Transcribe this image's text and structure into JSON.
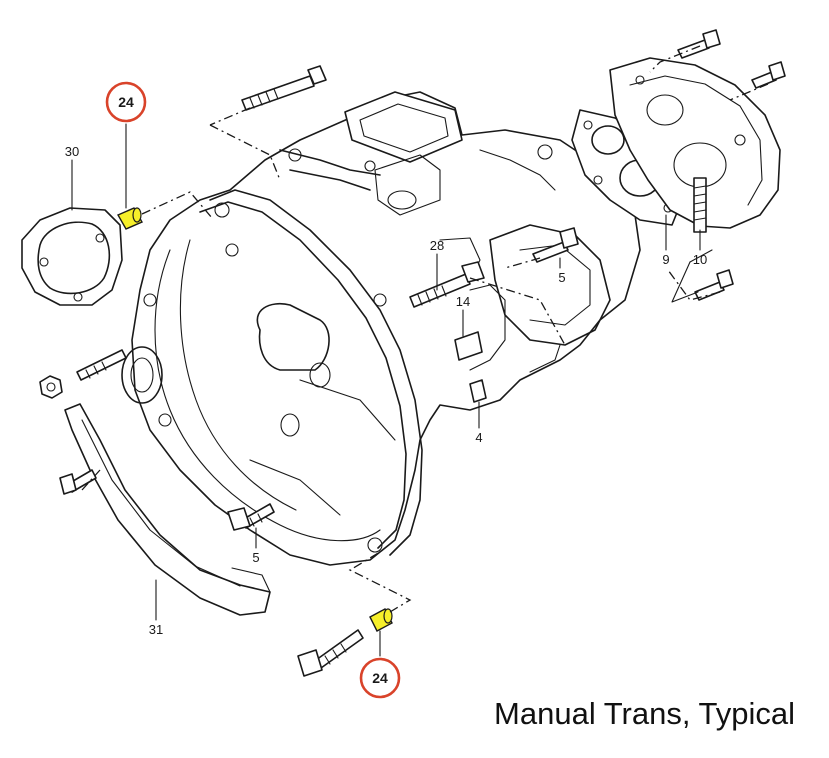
{
  "caption": "Manual Trans, Typical",
  "colors": {
    "callout_ring": "#d9432a",
    "highlight_sleeve": "#f6ef2a",
    "line": "#1a1a1a"
  },
  "callouts": [
    {
      "id": "callout-top",
      "label": "24"
    },
    {
      "id": "callout-bottom",
      "label": "24"
    }
  ],
  "part_labels": {
    "p30": "30",
    "p28": "28",
    "p14": "14",
    "p5_right": "5",
    "p4": "4",
    "p9": "9",
    "p10": "10",
    "p5_bottom": "5",
    "p31": "31"
  }
}
